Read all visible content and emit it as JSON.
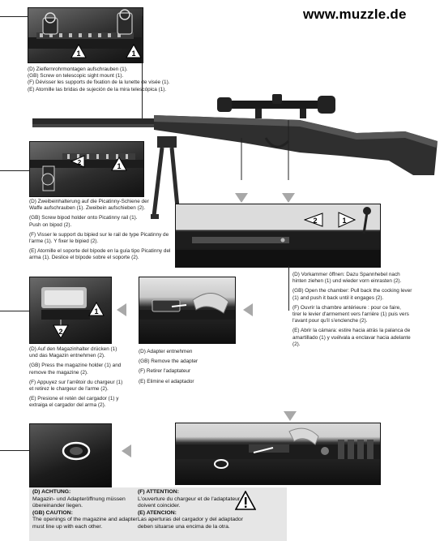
{
  "site": {
    "url": "www.muzzle.de"
  },
  "step_scope": {
    "callouts": [
      "1",
      "1"
    ],
    "lines": [
      "(D) Zielfernrohrmontagen aufschrauben (1).",
      "(GB) Screw on telescopic sight mount (1).",
      "(F) Dévisser les supports de fixation de la lunette de visée (1).",
      "(E) Atornille las bridas de sujeción de la mira telescópica (1)."
    ]
  },
  "step_bipod": {
    "callouts": [
      "2",
      "1"
    ],
    "lines": [
      "(D) Zweibeinhalterung auf die Picatinny-Schiene der",
      "Waffe aufschrauben (1). Zweibein aufschieben (2).",
      "",
      "(GB) Screw bipod holder onto Picatinny rail (1).",
      "Push on bipod (2).",
      "",
      "(F) Visser le support du bipied sur le rail de type Picatinny de",
      "l'arme (1). Y fixer le bipied (2).",
      "",
      "(E) Atornille el soporte del bípode en la guía tipo Picatinny del",
      "arma (1). Deslice el bípode sobre el soporte (2)."
    ]
  },
  "step_chamber": {
    "callouts": [
      "2",
      "1"
    ],
    "lines": [
      "(D) Vorkammer öffnen: Dazu Spannhebel nach",
      "hinten ziehen (1) und wieder vorn einrasten (2).",
      "",
      "(GB) Open the chamber: Pull back the cocking lever",
      "(1) and push it back until it engages (2).",
      "",
      "(F) Ouvrir la chambre antérieure : pour ce faire,",
      "tirer le levier d'armement vers l'arrière (1) puis vers",
      "l'avant pour qu'il s'enclenche (2).",
      "",
      "(E) Abrir la cámara: estire hacia atrás la palanca de",
      "amartillado (1) y vuélvala a enclavar hacia adelante",
      "(2)."
    ]
  },
  "step_magazine": {
    "callouts": [
      "1",
      "2"
    ],
    "lines": [
      "(D) Auf den Magazinhalter drücken (1)",
      "und das Magazin entnehmen (2).",
      "",
      "(GB) Press the magazine holder (1) and",
      "remove the magazine (2).",
      "",
      "(F) Appuyez sur l'arrêtoir du chargeur (1)",
      "et retirez le chargeur de l'arme (2).",
      "",
      "(E) Presione el retén del cargador (1) y",
      "extraiga el cargador del arma (2)."
    ]
  },
  "step_adapter": {
    "lines": [
      "(D) Adapter entnehmen",
      "",
      "(GB) Remove the adapter",
      "",
      "(F) Retirer l'adaptateur",
      "",
      "(E) Elimine el adaptador"
    ]
  },
  "warning": {
    "d_title": "(D) ACHTUNG:",
    "d_line1": "Magazin- und Adapteröffnung müssen",
    "d_line2": "übereinander liegen.",
    "gb_title": "(GB) CAUTION:",
    "gb_line1": "The openings of the magazine and adapter",
    "gb_line2": "must line up with each other.",
    "f_title": "(F) ATTENTION:",
    "f_line1": "L'ouverture du chargeur et de l'adaptateur",
    "f_line2": "doivent coincider.",
    "e_title": "(E) ATENCION:",
    "e_line1": "Las aperturas del cargador y del adaptador",
    "e_line2": "deben situarse una encima de la otra.",
    "icon": "warning-triangle-icon"
  }
}
